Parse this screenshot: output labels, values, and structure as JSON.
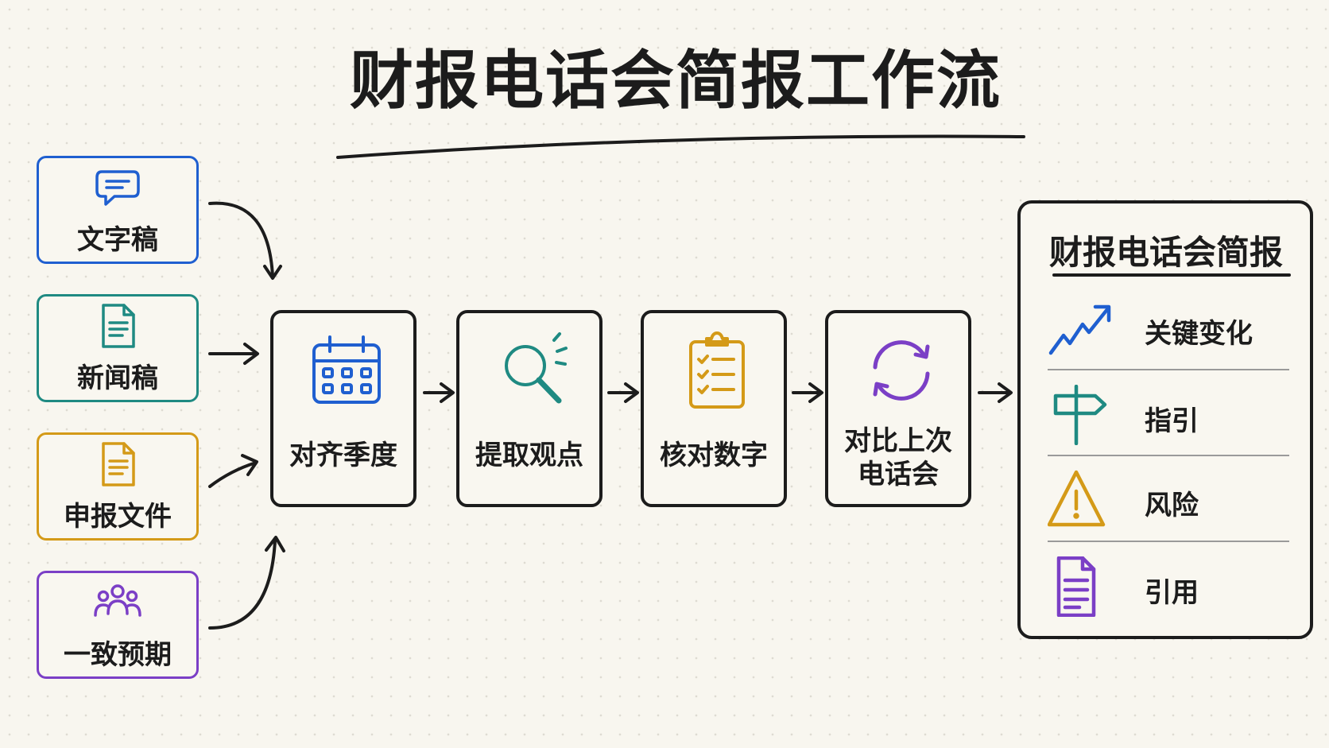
{
  "title": "财报电话会简报工作流",
  "inputs": [
    {
      "label": "文字稿",
      "icon": "chat-bubble-icon",
      "color": "#1f5fd0"
    },
    {
      "label": "新闻稿",
      "icon": "document-icon",
      "color": "#1f8a82"
    },
    {
      "label": "申报文件",
      "icon": "document-icon",
      "color": "#d49a18"
    },
    {
      "label": "一致预期",
      "icon": "people-group-icon",
      "color": "#7b3fc6"
    }
  ],
  "steps": [
    {
      "label": "对齐季度",
      "icon": "calendar-icon",
      "color": "#1f5fd0"
    },
    {
      "label": "提取观点",
      "icon": "magnifier-icon",
      "color": "#1f8a82"
    },
    {
      "label": "核对数字",
      "icon": "clipboard-checklist-icon",
      "color": "#d49a18"
    },
    {
      "label_line1": "对比上次",
      "label_line2": "电话会",
      "icon": "refresh-cycle-icon",
      "color": "#7b3fc6"
    }
  ],
  "output": {
    "title": "财报电话会简报",
    "items": [
      {
        "label": "关键变化",
        "icon": "trend-up-icon",
        "color": "#1f5fd0"
      },
      {
        "label": "指引",
        "icon": "signpost-icon",
        "color": "#1f8a82"
      },
      {
        "label": "风险",
        "icon": "warning-icon",
        "color": "#d49a18"
      },
      {
        "label": "引用",
        "icon": "document-icon",
        "color": "#7b3fc6"
      }
    ]
  }
}
